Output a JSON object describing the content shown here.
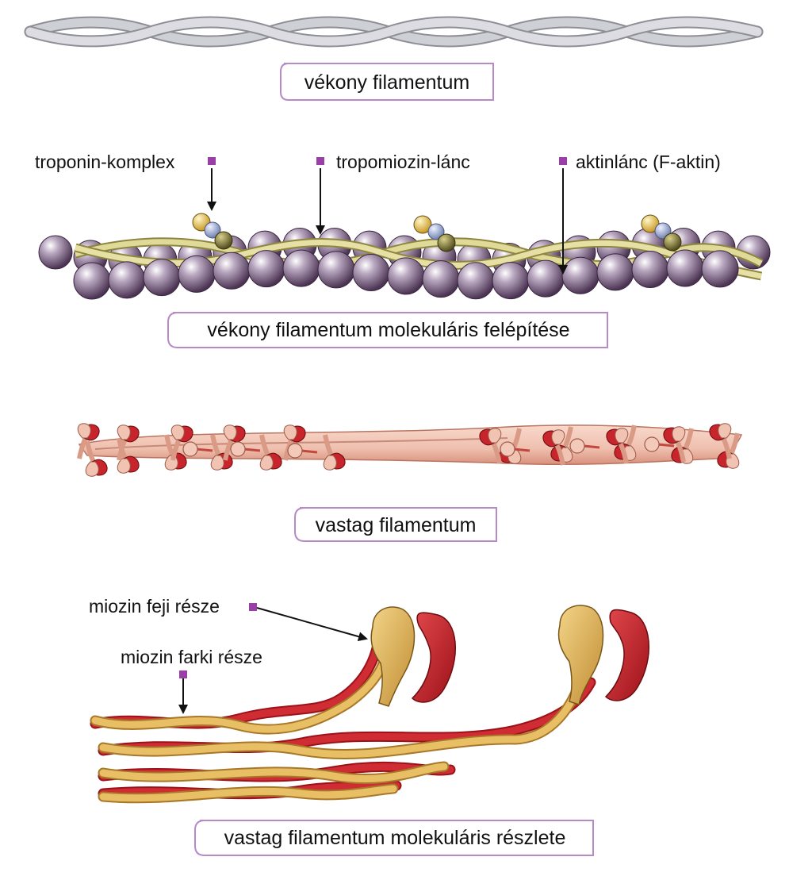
{
  "captions": {
    "thin": "vékony filamentum",
    "thin_molecular": "vékony filamentum molekuláris felépítése",
    "thick": "vastag filamentum",
    "thick_molecular": "vastag filamentum molekuláris részlete"
  },
  "labels": {
    "troponin": "troponin-komplex",
    "tropomyosin": "tropomiozin-lánc",
    "actin": "aktinlánc (F-aktin)",
    "myosin_head": "miozin feji része",
    "myosin_tail": "miozin farki része"
  },
  "colors": {
    "marker": "#9b3fa8",
    "caption_border": "#b68ac4",
    "actin": "#6f5578",
    "tropomyosin": "#d8d28a",
    "troponin_yellow": "#e8c24a",
    "troponin_blue": "#9fb0d8",
    "troponin_olive": "#7c7434",
    "myosin_red": "#c8242c",
    "myosin_gold": "#e3b55a",
    "thick_shaft": "#f2c4b4",
    "thin_filament": "#c9c9cf"
  }
}
